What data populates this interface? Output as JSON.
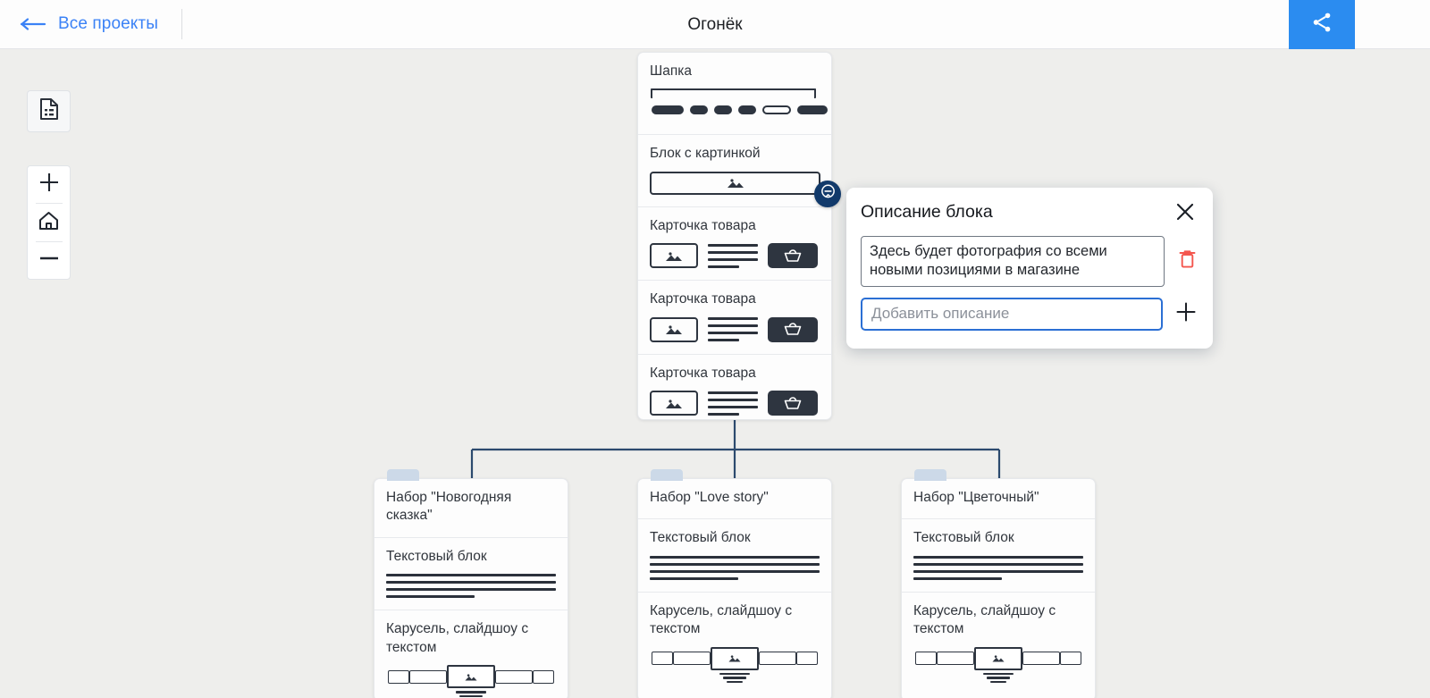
{
  "header": {
    "back_label": "Все проекты",
    "back_icon": "arrow-left-icon",
    "title": "Огонёк",
    "share_icon": "share-icon",
    "menu_icon": "kebab-menu-icon"
  },
  "left_tools": {
    "page_icon": "document-icon",
    "zoom_in_icon": "plus-icon",
    "home_icon": "home-icon",
    "zoom_out_icon": "minus-icon"
  },
  "comment_badge": {
    "icon": "comment-minus-icon"
  },
  "popup": {
    "title": "Описание блока",
    "close_icon": "close-icon",
    "note_text": "Здесь будет фотография со всеми новыми позициями в магазине",
    "delete_icon": "trash-icon",
    "add_placeholder": "Добавить описание",
    "add_value": "",
    "add_icon": "plus-icon"
  },
  "colors": {
    "accent_blue": "#2b8cf0",
    "link_blue": "#3b82f6",
    "connector": "#2c4a6e",
    "widget_dark": "#2e3540",
    "danger_red": "#f4564e",
    "canvas": "#eeeeec",
    "card_tab": "#ccd9e8"
  },
  "root_card": {
    "sections": [
      {
        "title": "Шапка",
        "widget": "header-bar"
      },
      {
        "title": "Блок с картинкой",
        "widget": "image-wide"
      },
      {
        "title": "Карточка товара",
        "widget": "product-card"
      },
      {
        "title": "Карточка товара",
        "widget": "product-card"
      },
      {
        "title": "Карточка товара",
        "widget": "product-card"
      }
    ]
  },
  "child_cards": [
    {
      "title": "Набор \"Новогодняя сказка\"",
      "sections": [
        {
          "title": "Текстовый блок",
          "widget": "text-lines"
        },
        {
          "title": "Карусель, слайдшоу с текстом",
          "widget": "carousel"
        }
      ]
    },
    {
      "title": "Набор \"Love story\"",
      "sections": [
        {
          "title": "Текстовый блок",
          "widget": "text-lines"
        },
        {
          "title": "Карусель, слайдшоу с текстом",
          "widget": "carousel"
        }
      ]
    },
    {
      "title": "Набор \"Цветочный\"",
      "sections": [
        {
          "title": "Текстовый блок",
          "widget": "text-lines"
        },
        {
          "title": "Карусель, слайдшоу с текстом",
          "widget": "carousel"
        }
      ]
    }
  ]
}
